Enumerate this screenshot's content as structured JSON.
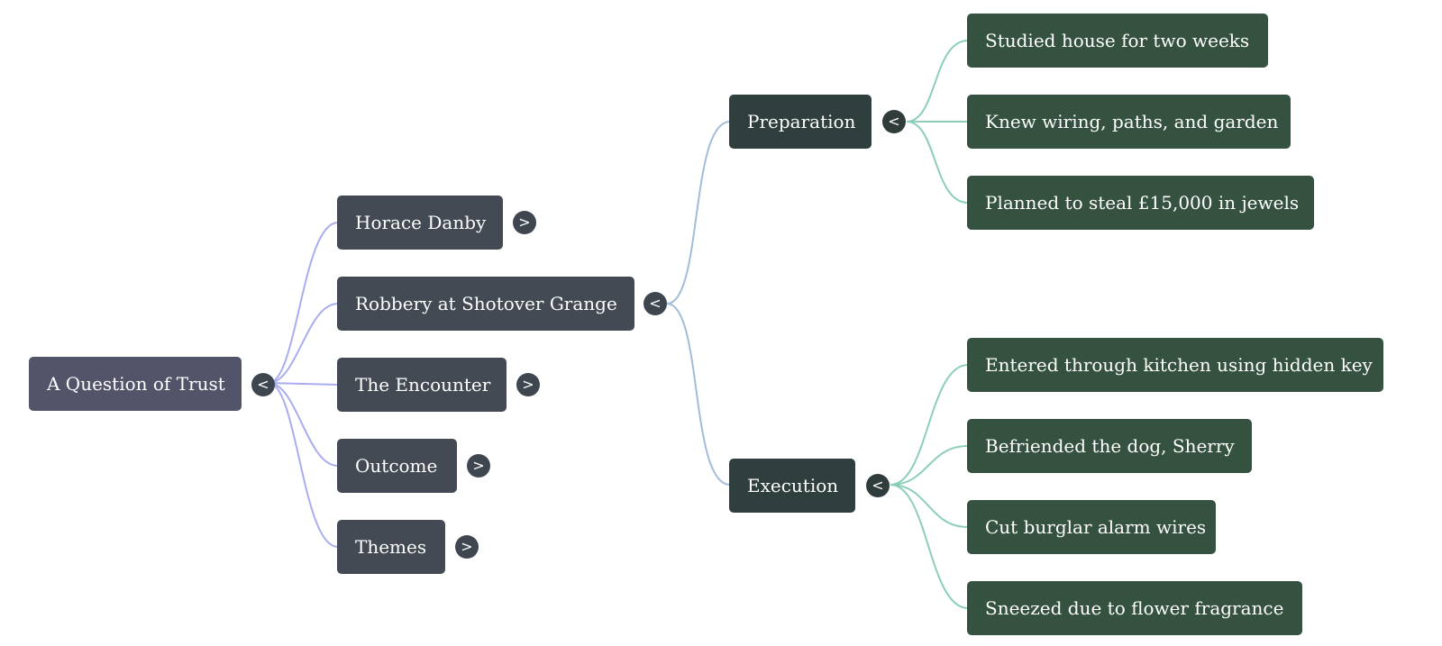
{
  "mindmap": {
    "root": {
      "label": "A Question of Trust",
      "toggle": "<"
    },
    "branches": [
      {
        "label": "Horace Danby",
        "toggle": ">"
      },
      {
        "label": "Robbery at Shotover Grange",
        "toggle": "<",
        "children": [
          {
            "label": "Preparation",
            "toggle": "<",
            "children": [
              {
                "label": "Studied house for two weeks"
              },
              {
                "label": "Knew wiring, paths, and garden"
              },
              {
                "label": "Planned to steal £15,000 in jewels"
              }
            ]
          },
          {
            "label": "Execution",
            "toggle": "<",
            "children": [
              {
                "label": "Entered through kitchen using hidden key"
              },
              {
                "label": "Befriended the dog, Sherry"
              },
              {
                "label": "Cut burglar alarm wires"
              },
              {
                "label": "Sneezed due to flower fragrance"
              }
            ]
          }
        ]
      },
      {
        "label": "The Encounter",
        "toggle": ">"
      },
      {
        "label": "Outcome",
        "toggle": ">"
      },
      {
        "label": "Themes",
        "toggle": ">"
      }
    ],
    "colors": {
      "root_edge": "#a9adf0",
      "level2_edge": "#a3bcd8",
      "leaf_edge": "#8ccfb6"
    }
  }
}
